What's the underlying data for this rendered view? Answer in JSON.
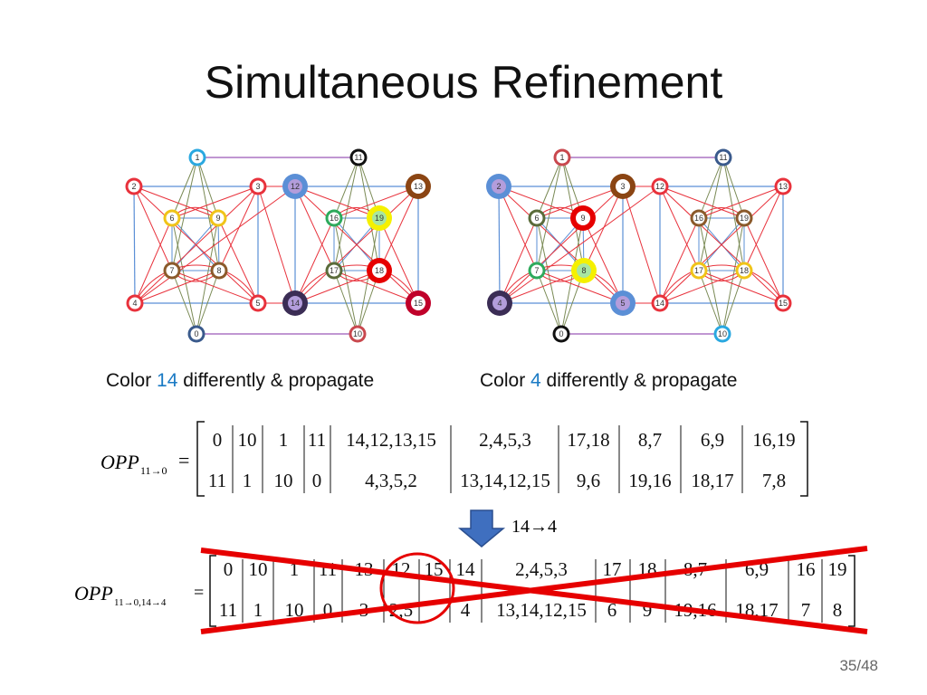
{
  "slide": {
    "title": "Simultaneous Refinement",
    "page": "35/48"
  },
  "captions": {
    "left": {
      "prefix": "Color ",
      "highlight": "14",
      "suffix": " differently & propagate"
    },
    "right": {
      "prefix": "Color ",
      "highlight": "4",
      "suffix": " differently & propagate"
    }
  },
  "colors": {
    "edge_red": "#e8323c",
    "edge_blue": "#5b8fd6",
    "edge_olive": "#7a8a55",
    "edge_purple": "#9b59b6",
    "highlight": "#1a7ac4",
    "cross": "#e60000"
  },
  "graphs": [
    {
      "name": "left",
      "nodes": {
        "1": {
          "fill": "#ffffff",
          "ring": "#2aa8e0",
          "label": "1"
        },
        "2": {
          "fill": "#ffffff",
          "ring": "#e8323c",
          "label": "2"
        },
        "3": {
          "fill": "#ffffff",
          "ring": "#e8323c",
          "label": "3"
        },
        "6": {
          "fill": "#ffffff",
          "ring": "#f0c419",
          "label": "6"
        },
        "9": {
          "fill": "#ffffff",
          "ring": "#f0c419",
          "label": "9"
        },
        "7": {
          "fill": "#ffffff",
          "ring": "#8b5a2b",
          "label": "7"
        },
        "8": {
          "fill": "#ffffff",
          "ring": "#8b5a2b",
          "label": "8"
        },
        "4": {
          "fill": "#ffffff",
          "ring": "#e8323c",
          "label": "4"
        },
        "5": {
          "fill": "#ffffff",
          "ring": "#e8323c",
          "label": "5"
        },
        "0": {
          "fill": "#ffffff",
          "ring": "#3a5a8c",
          "label": "0"
        },
        "11": {
          "fill": "#ffffff",
          "ring": "#111111",
          "label": "11"
        },
        "12": {
          "fill": "#b39ddb",
          "ring": "#5b8fd6",
          "label": "12"
        },
        "13": {
          "fill": "#ffffff",
          "ring": "#8b4513",
          "label": "13"
        },
        "16": {
          "fill": "#ffffff",
          "ring": "#2eaa5c",
          "label": "16"
        },
        "19": {
          "fill": "#a8e6a0",
          "ring": "#f5f000",
          "label": "19"
        },
        "17": {
          "fill": "#ffffff",
          "ring": "#5a6b3a",
          "label": "17"
        },
        "18": {
          "fill": "#ffffff",
          "ring": "#e60000",
          "label": "18"
        },
        "14": {
          "fill": "#b39ddb",
          "ring": "#3b2d55",
          "label": "14"
        },
        "15": {
          "fill": "#ffffff",
          "ring": "#c0002a",
          "label": "15"
        },
        "10": {
          "fill": "#ffffff",
          "ring": "#c9484e",
          "label": "10"
        }
      }
    },
    {
      "name": "right",
      "nodes": {
        "1": {
          "fill": "#ffffff",
          "ring": "#c9484e",
          "label": "1"
        },
        "2": {
          "fill": "#b39ddb",
          "ring": "#5b8fd6",
          "label": "2"
        },
        "3": {
          "fill": "#ffffff",
          "ring": "#8b4513",
          "label": "3"
        },
        "6": {
          "fill": "#ffffff",
          "ring": "#5a6b3a",
          "label": "6"
        },
        "9": {
          "fill": "#ffffff",
          "ring": "#e60000",
          "label": "9"
        },
        "7": {
          "fill": "#ffffff",
          "ring": "#2eaa5c",
          "label": "7"
        },
        "8": {
          "fill": "#a8e6a0",
          "ring": "#f5f000",
          "label": "8"
        },
        "4": {
          "fill": "#b39ddb",
          "ring": "#3b2d55",
          "label": "4"
        },
        "5": {
          "fill": "#b39ddb",
          "ring": "#5b8fd6",
          "label": "5"
        },
        "0": {
          "fill": "#ffffff",
          "ring": "#111111",
          "label": "0"
        },
        "11": {
          "fill": "#ffffff",
          "ring": "#3a5a8c",
          "label": "11"
        },
        "12": {
          "fill": "#ffffff",
          "ring": "#e8323c",
          "label": "12"
        },
        "13": {
          "fill": "#ffffff",
          "ring": "#e8323c",
          "label": "13"
        },
        "16": {
          "fill": "#ffffff",
          "ring": "#8b5a2b",
          "label": "16"
        },
        "19": {
          "fill": "#ffffff",
          "ring": "#8b5a2b",
          "label": "19"
        },
        "17": {
          "fill": "#ffffff",
          "ring": "#f0c419",
          "label": "17"
        },
        "18": {
          "fill": "#ffffff",
          "ring": "#f0c419",
          "label": "18"
        },
        "14": {
          "fill": "#ffffff",
          "ring": "#e8323c",
          "label": "14"
        },
        "15": {
          "fill": "#ffffff",
          "ring": "#e8323c",
          "label": "15"
        },
        "10": {
          "fill": "#ffffff",
          "ring": "#2aa8e0",
          "label": "10"
        }
      }
    }
  ],
  "eq1": {
    "lhs": "OPP",
    "sub": "11→0",
    "equals": "=",
    "top": [
      "0",
      "10",
      "1",
      "11",
      "14,12,13,15",
      "2,4,5,3",
      "17,18",
      "8,7",
      "6,9",
      "16,19"
    ],
    "bottom": [
      "11",
      "1",
      "10",
      "0",
      "4,3,5,2",
      "13,14,12,15",
      "9,6",
      "19,16",
      "18,17",
      "7,8"
    ]
  },
  "arrow": {
    "label": "14→4",
    "color": "#3f6fbf"
  },
  "eq2": {
    "lhs": "OPP",
    "sub": "11→0,14→4",
    "equals": "=",
    "top": [
      "0",
      "10",
      "1",
      "11",
      "13",
      "12",
      "15",
      "14",
      "2,4,5,3",
      "17",
      "18",
      "8,7",
      "6,9",
      "16",
      "19"
    ],
    "bottom": [
      "11",
      "1",
      "10",
      "0",
      "3",
      "2,5",
      "",
      "4",
      "13,14,12,15",
      "6",
      "9",
      "19,16",
      "18,17",
      "7",
      "8"
    ]
  }
}
